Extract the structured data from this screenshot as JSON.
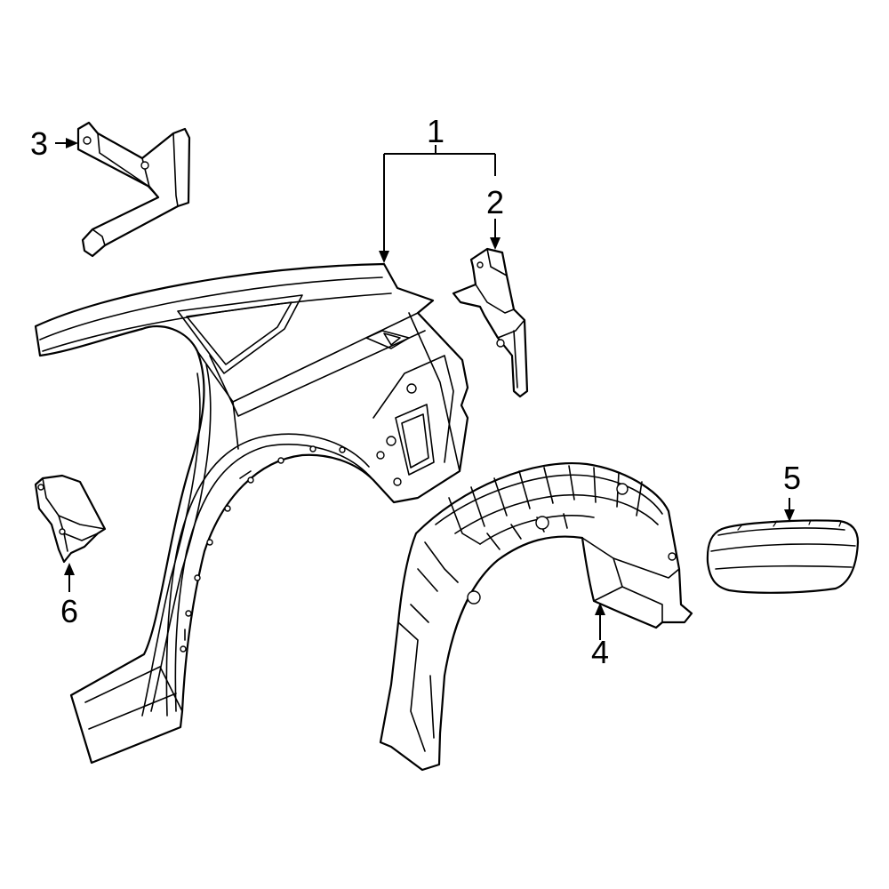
{
  "diagram": {
    "highlight_color": "#2c3fb5",
    "line_color": "#000000",
    "background": "#ffffff",
    "callouts": [
      {
        "number": "1"
      },
      {
        "number": "2"
      },
      {
        "number": "3"
      },
      {
        "number": "4"
      },
      {
        "number": "5"
      },
      {
        "number": "6"
      }
    ]
  }
}
